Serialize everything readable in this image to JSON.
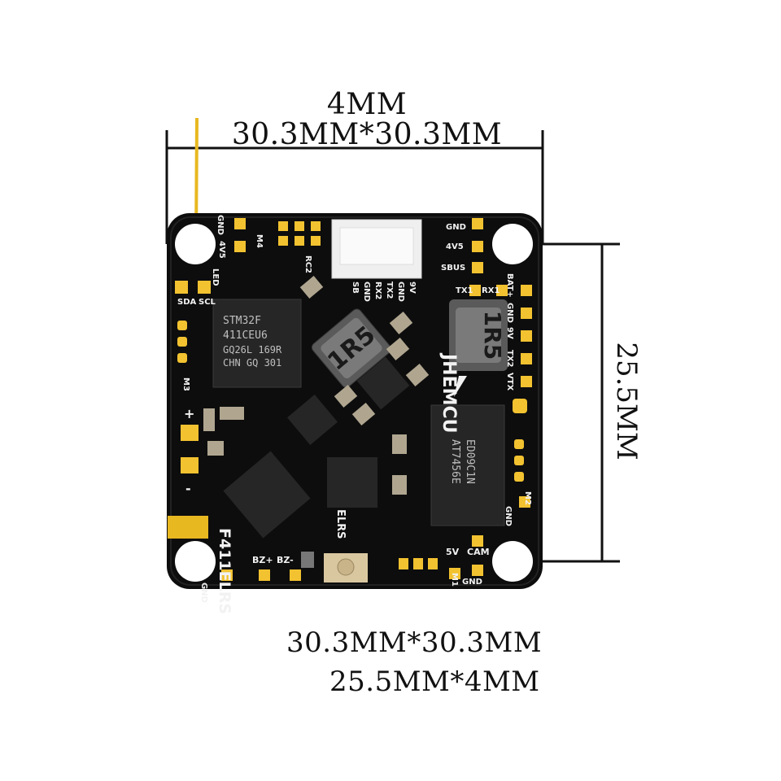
{
  "dimensions": {
    "top_line_1": "4MM",
    "top_line_2": "30.3MM*30.3MM",
    "right_label": "25.5MM",
    "caption_1": "30.3MM*30.3MM",
    "caption_2": "25.5MM*4MM"
  },
  "board": {
    "brand": "JHEMCU",
    "model_label": "F411ELRS",
    "elrs_label": "ELRS",
    "mcu_marking": [
      "STM32F",
      "411CEU6",
      "GQ26L 169R",
      "CHN GQ 301"
    ],
    "driver_marking": [
      "AT7456E",
      "ED09C1N"
    ],
    "inductor_1": "1R5",
    "inductor_2": "1R5",
    "pads": {
      "top_left": [
        "GND",
        "4V5",
        "M4",
        "LED",
        "RC2"
      ],
      "top_header": [
        "SB",
        "GND",
        "RX2",
        "TX2",
        "GND",
        "9V"
      ],
      "top_right": [
        "GND",
        "4V5",
        "SBUS",
        "TX1",
        "RX1"
      ],
      "right": [
        "BAT+",
        "GND",
        "9V",
        "TX2",
        "VTX",
        "M2",
        "GND"
      ],
      "left": [
        "SDA",
        "SCL",
        "M3",
        "+",
        "-"
      ],
      "bottom": [
        "BZ+",
        "BZ-",
        "5V",
        "CAM",
        "M1",
        "GND",
        "GND"
      ]
    },
    "colors": {
      "pcb": "#0d0d0d",
      "gold": "#f2c230",
      "silk": "#f2f2f2",
      "antenna": "#e8b820",
      "dimension_line": "#111111"
    }
  }
}
